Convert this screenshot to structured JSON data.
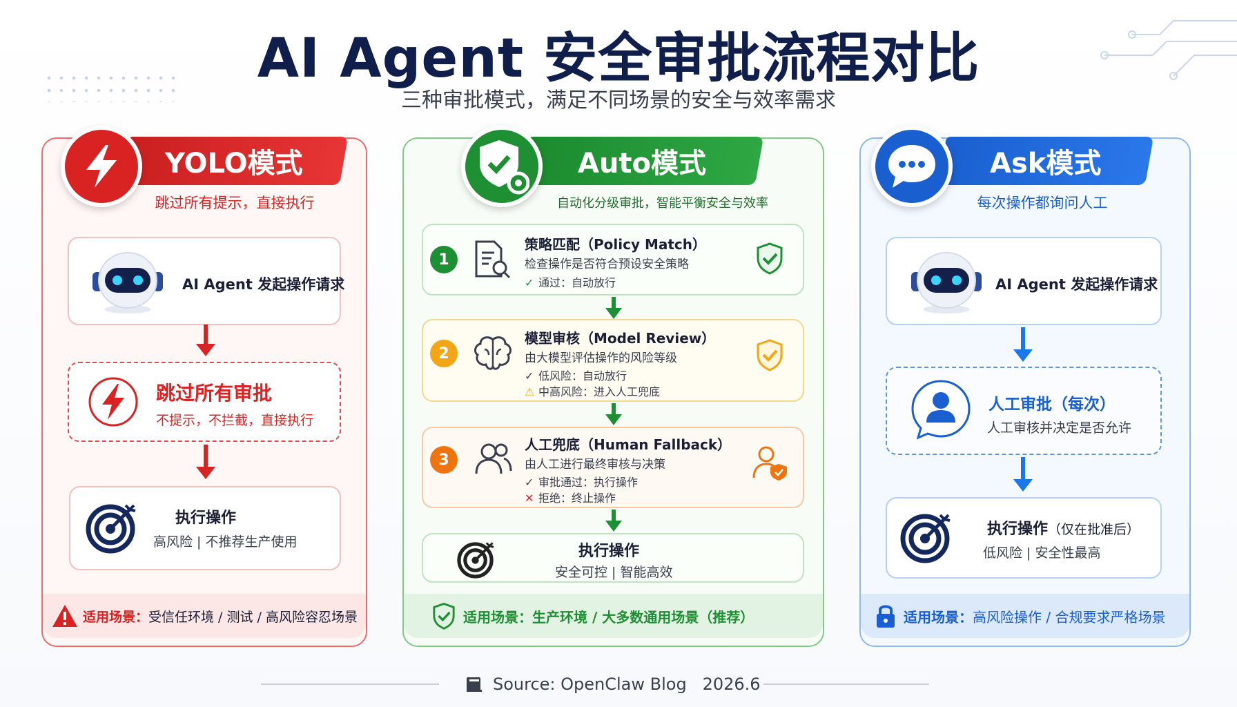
{
  "header": {
    "title": "AI Agent 安全审批流程对比",
    "subtitle": "三种审批模式，满足不同场景的安全与效率需求"
  },
  "yolo": {
    "title": "YOLO模式",
    "tagline": "跳过所有提示，直接执行",
    "request": "AI Agent 发起操作请求",
    "skip_title": "跳过所有审批",
    "skip_desc": "不提示，不拦截，直接执行",
    "exec_title": "执行操作",
    "exec_desc": "高风险 | 不推荐生产使用",
    "scene_label": "适用场景：",
    "scene_value": "受信任环境 / 测试 / 高风险容忍场景",
    "color": "#d92323"
  },
  "auto": {
    "title": "Auto模式",
    "tagline": "自动化分级审批，智能平衡安全与效率",
    "steps": [
      {
        "num": "1",
        "title": "策略匹配（Policy Match）",
        "desc": "检查操作是否符合预设安全策略",
        "lines": [
          {
            "mark": "✓",
            "text": "通过：自动放行"
          }
        ]
      },
      {
        "num": "2",
        "title": "模型审核（Model Review）",
        "desc": "由大模型评估操作的风险等级",
        "lines": [
          {
            "mark": "✓",
            "text": "低风险：自动放行"
          },
          {
            "mark": "⚠",
            "text": "中高风险：进入人工兜底"
          }
        ]
      },
      {
        "num": "3",
        "title": "人工兜底（Human Fallback）",
        "desc": "由人工进行最终审核与决策",
        "lines": [
          {
            "mark": "✓",
            "text": "审批通过：执行操作"
          },
          {
            "mark": "✕",
            "text": "拒绝：终止操作"
          }
        ]
      }
    ],
    "exec_title": "执行操作",
    "exec_desc": "安全可控 | 智能高效",
    "scene_label": "适用场景：",
    "scene_value": "生产环境 / 大多数通用场景（推荐）",
    "color": "#1f8f33"
  },
  "ask": {
    "title": "Ask模式",
    "tagline": "每次操作都询问人工",
    "request": "AI Agent 发起操作请求",
    "human_title": "人工审批（每次）",
    "human_desc": "人工审核并决定是否允许",
    "exec_title": "执行操作",
    "exec_note": "（仅在批准后）",
    "exec_desc": "低风险 | 安全性最高",
    "scene_label": "适用场景：",
    "scene_value": "高风险操作 / 合规要求严格场景",
    "color": "#1a5fd0"
  },
  "footer": {
    "source": "Source: OpenClaw Blog   2026.6"
  },
  "icons": {
    "yolo_badge": "lightning-icon",
    "auto_badge": "shield-check-gear-icon",
    "ask_badge": "chat-bubble-icon",
    "robot": "robot-icon",
    "target": "target-arrow-icon",
    "document_search": "document-search-icon",
    "brain": "brain-icon",
    "people": "people-icon",
    "user_shield": "user-shield-icon",
    "user": "user-icon",
    "warning": "warning-icon",
    "lock": "lock-icon",
    "book": "book-icon"
  }
}
